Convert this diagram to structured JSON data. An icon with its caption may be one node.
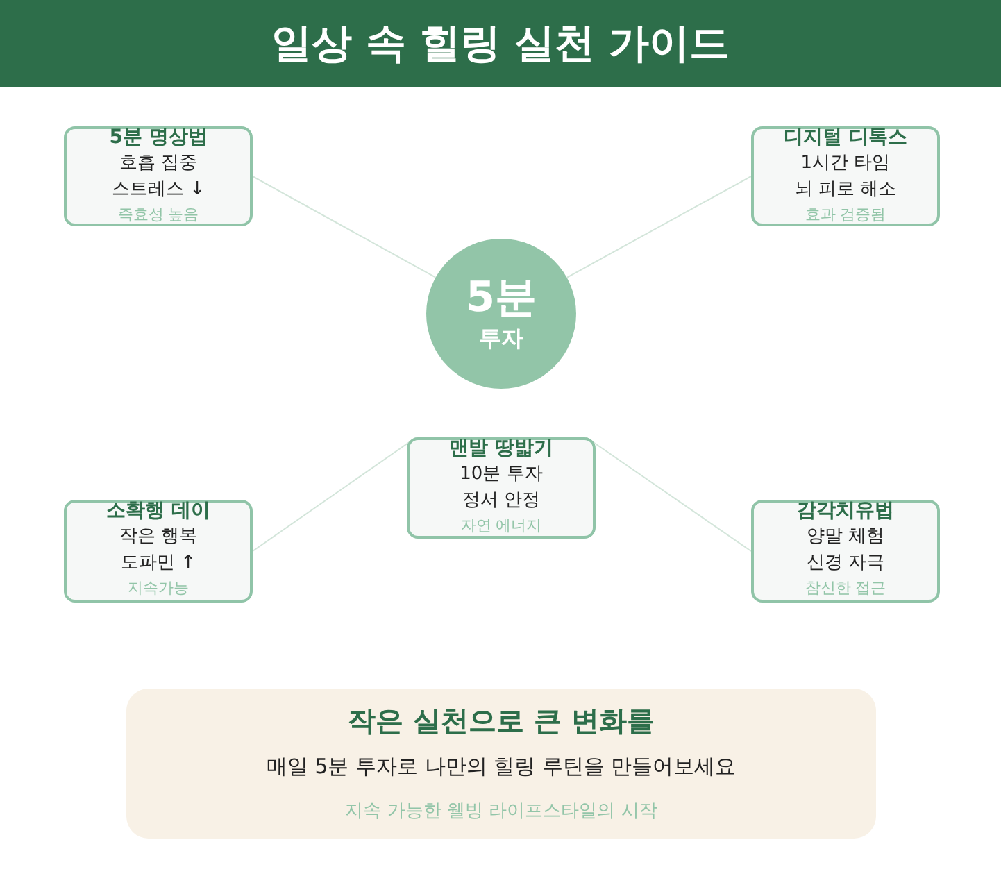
{
  "diagram": {
    "title": "일상 속 힐링 실천 가이드",
    "nodes": [
      {
        "text": [
          "5분",
          "투자"
        ]
      },
      {
        "text": [
          "5분 명상법",
          "호흡 집중",
          "스트레스 ↓",
          "즉효성 높음"
        ]
      },
      {
        "text": [
          "디지털 디톡스",
          "1시간 타임",
          "뇌 피로 해소",
          "효과 검증됨"
        ]
      },
      {
        "text": [
          "맨발 땅밟기",
          "10분 투자",
          "정서 안정",
          "자연 에너지"
        ]
      },
      {
        "text": [
          "소확행 데이",
          "작은 행복",
          "도파민 ↑",
          "지속가능"
        ]
      },
      {
        "text": [
          "감각치유법",
          "양말 체험",
          "신경 자극",
          "참신한 접근"
        ]
      },
      {
        "text": [
          "작은 실천으로 큰 변화를",
          "매일 5분 투자로 나만의 힐링 루틴을 만들어보세요",
          "지속 가능한 웰빙 라이프스타일의 시작"
        ]
      }
    ],
    "edges": [
      {
        "from": 0,
        "to": 1,
        "arrow": "none"
      },
      {
        "from": 0,
        "to": 2,
        "arrow": "none"
      },
      {
        "from": 3,
        "to": 4,
        "arrow": "none"
      },
      {
        "from": 3,
        "to": 5,
        "arrow": "none"
      }
    ]
  }
}
